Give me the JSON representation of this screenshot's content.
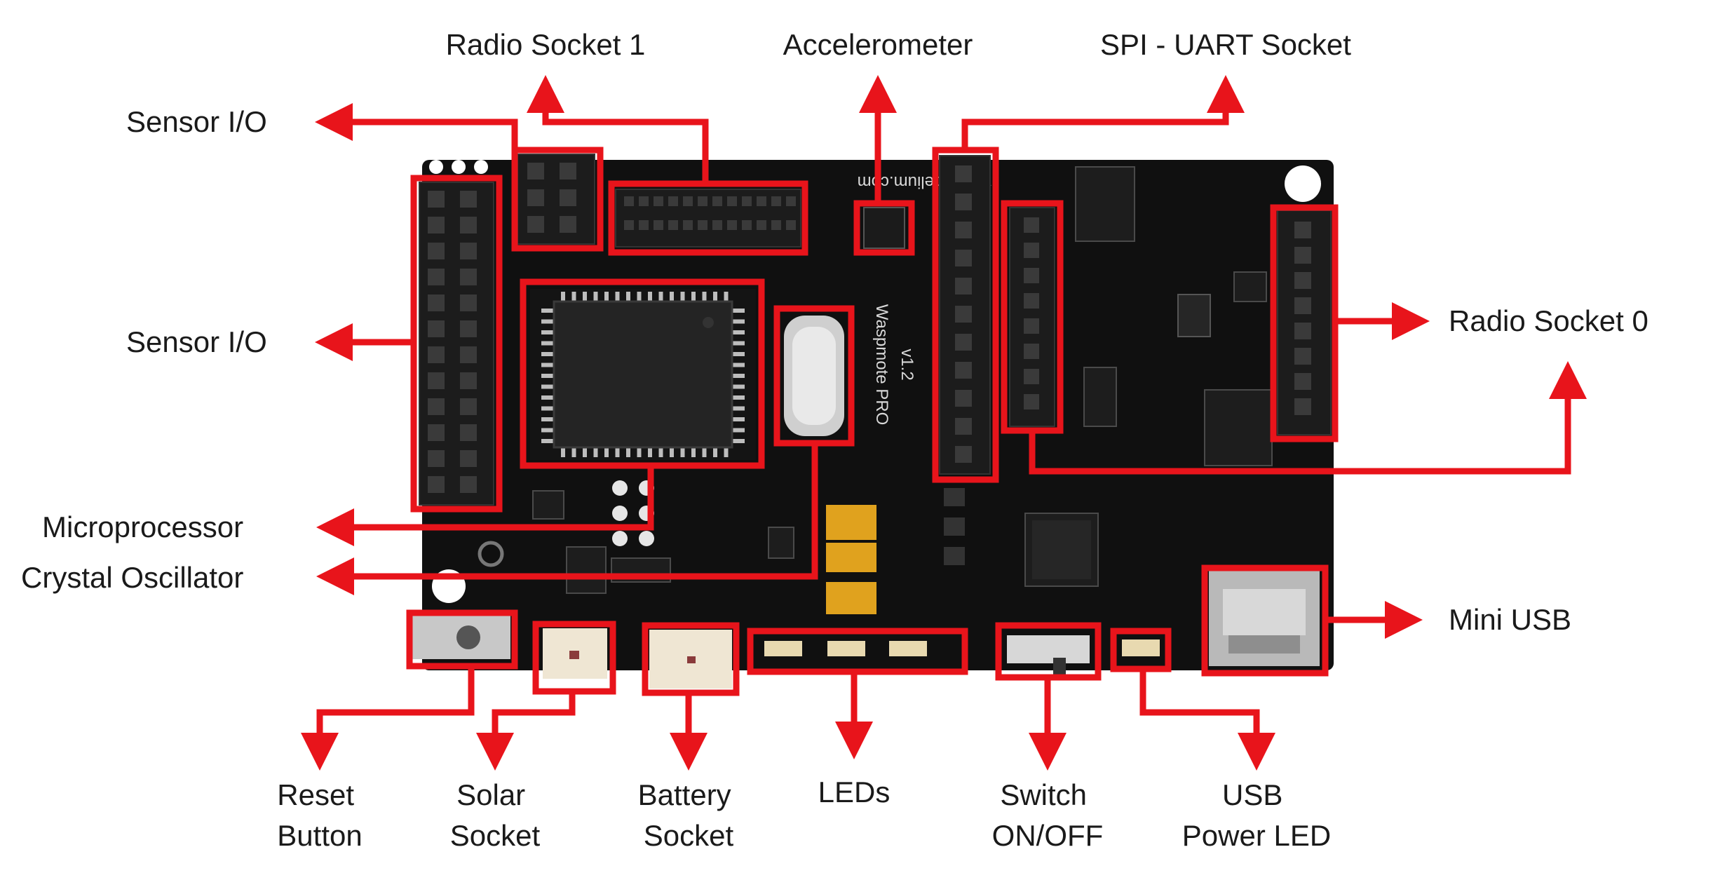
{
  "colors": {
    "board": "#101010",
    "highlight": "#e8141b",
    "label_text": "#1a1a1a"
  },
  "labels": {
    "radio_socket_1": "Radio Socket 1",
    "accelerometer": "Accelerometer",
    "spi_uart_socket": "SPI - UART Socket",
    "sensor_io_top": "Sensor I/O",
    "sensor_io_left": "Sensor I/O",
    "radio_socket_0": "Radio Socket 0",
    "microprocessor": "Microprocessor",
    "crystal_oscillator": "Crystal Oscillator",
    "mini_usb": "Mini USB",
    "reset_button": [
      "Reset",
      "Button"
    ],
    "solar_socket": [
      "Solar",
      "Socket"
    ],
    "battery_socket": [
      "Battery",
      "Socket"
    ],
    "leds": "LEDs",
    "switch_on_off": [
      "Switch",
      "ON/OFF"
    ],
    "usb_power_led": [
      "USB",
      "Power LED"
    ]
  },
  "board_silkscreen": {
    "url_text": "www.libelium.com",
    "model_text": "Waspmote PRO",
    "version_text": "v1.2"
  }
}
